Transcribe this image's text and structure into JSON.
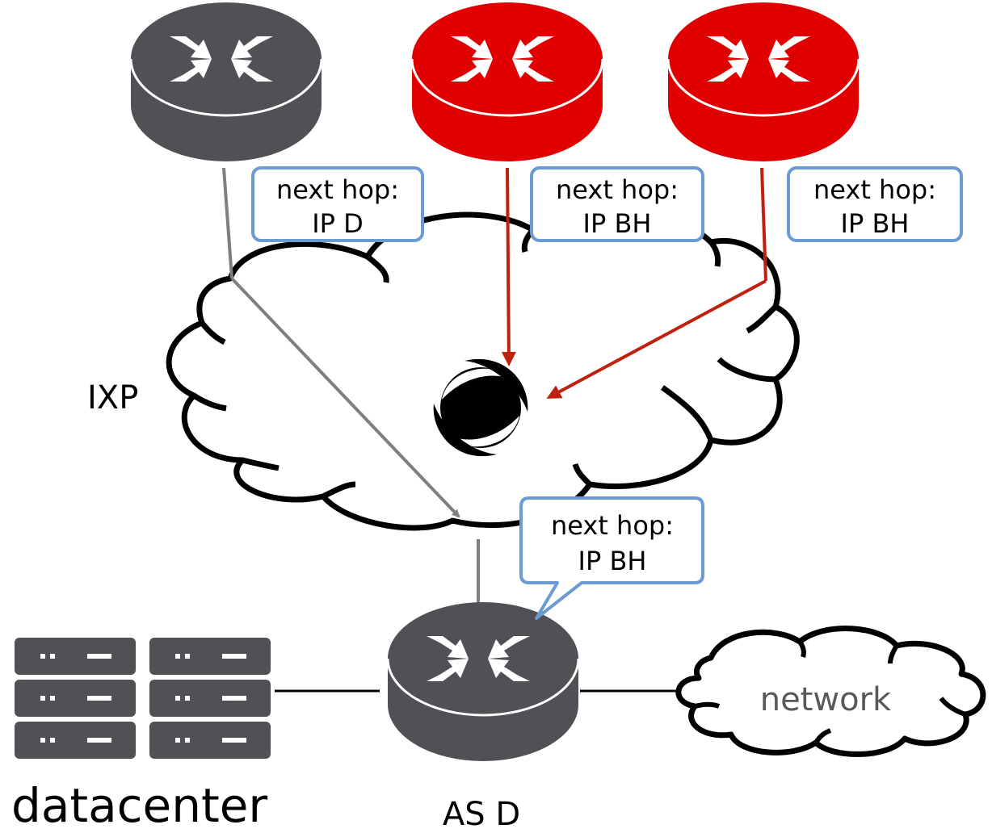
{
  "colors": {
    "router_dark": "#505055",
    "router_red": "#e00000",
    "link_gray": "#7f7f7f",
    "link_red": "#c0200f",
    "callout_border": "#6b9bd1",
    "outline": "#000000"
  },
  "labels": {
    "ixp": "IXP",
    "datacenter": "datacenter",
    "network": "network",
    "as_d": "AS D"
  },
  "callouts": [
    {
      "line1": "next hop:",
      "line2": "IP D"
    },
    {
      "line1": "next hop:",
      "line2": "IP BH"
    },
    {
      "line1": "next hop:",
      "line2": "IP BH"
    },
    {
      "line1": "next hop:",
      "line2": "IP BH"
    }
  ],
  "icons": [
    "router-icon",
    "blackhole-icon",
    "server-rack-icon",
    "cloud-icon"
  ]
}
